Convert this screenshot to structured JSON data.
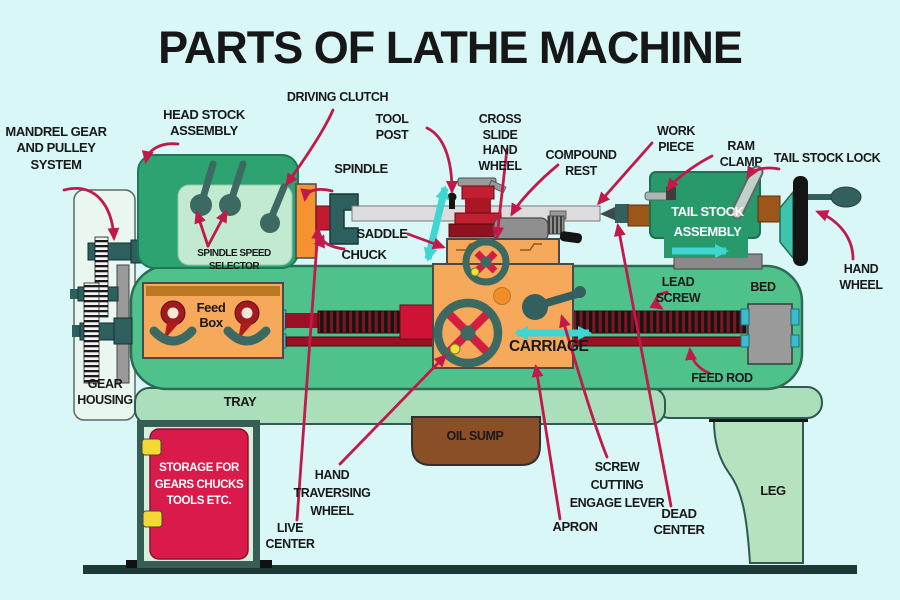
{
  "title": "PARTS OF LATHE MACHINE",
  "callouts": {
    "mandrel_gear": "MANDREL GEAR\nAND PULLEY\nSYSTEM",
    "head_stock": "HEAD STOCK\nASSEMBLY",
    "driving_clutch": "DRIVING CLUTCH",
    "tool_post": "TOOL POST",
    "spindle": "SPINDLE",
    "cross_slide": "CROSS SLIDE\nHAND WHEEL",
    "compound_rest": "COMPOUND REST",
    "work_piece": "WORK PIECE",
    "ram_clamp": "RAM CLAMP",
    "tail_stock_lock": "TAIL STOCK LOCK",
    "hand_wheel": "HAND WHEEL",
    "saddle": "SADDLE",
    "chuck": "CHUCK",
    "lead_screw": "LEAD SCREW",
    "live_center": "LIVE\nCENTER",
    "hand_traversing_wheel": "HAND\nTRAVERSING\nWHEEL",
    "apron": "APRON",
    "screw_cutting": "SCREW CUTTING\nENGAGE LEVER",
    "dead_center": "DEAD\nCENTER",
    "feed_rod": "FEED ROD"
  },
  "part_labels": {
    "spindle_speed_selector": "SPINDLE SPEED SELECTOR",
    "feed_box": "Feed\nBox",
    "gear_housing": "GEAR\nHOUSING",
    "tray": "TRAY",
    "oil_sump": "OIL SUMP",
    "storage": "STORAGE FOR\nGEARS CHUCKS\nTOOLS ETC.",
    "tail_stock_assembly": "TAIL STOCK\nASSEMBLY",
    "carriage": "CARRIAGE",
    "bed": "BED",
    "leg": "LEG"
  },
  "colors": {
    "background": "#d9f7f7",
    "label_text": "#191919",
    "arrow": "#c2194b",
    "cyan_arrow": "#3fd6d2",
    "bed_green": "#4fc28c",
    "light_green": "#abdebb",
    "headstock_green": "#2da371",
    "panel_green": "#c2ead0",
    "tailstock_green": "#27996b",
    "carriage_orange": "#f7a95b",
    "clutch_orange": "#f59331",
    "door_red": "#da1a4a",
    "tool_post_red": "#c22030",
    "rod_red": "#9c1025",
    "oil_sump_brown": "#8a4f26",
    "quill_brown": "#9c5718",
    "dark_teal": "#33605e",
    "gray": "#9a9a9a",
    "workpiece_gray": "#dcdcdc",
    "hinge_yellow": "#f2d934",
    "dot_yellow": "#ffe24a"
  }
}
